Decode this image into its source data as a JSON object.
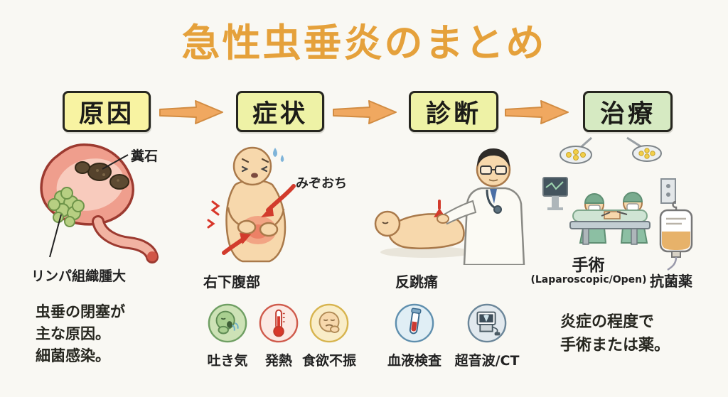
{
  "title": "急性虫垂炎のまとめ",
  "flow": {
    "steps": [
      {
        "id": "cause",
        "label": "原因"
      },
      {
        "id": "symptoms",
        "label": "症状"
      },
      {
        "id": "diagnosis",
        "label": "診断"
      },
      {
        "id": "treatment",
        "label": "治療"
      }
    ]
  },
  "cause": {
    "fecalith_label": "糞石",
    "lymphoid_label": "リンパ組織腫大",
    "note_lines": [
      "虫垂の閉塞が",
      "主な原因。",
      "細菌感染。"
    ]
  },
  "symptoms": {
    "epigastrium_label": "みぞおち",
    "rlq_label": "右下腹部",
    "icons": [
      {
        "id": "nausea",
        "label": "吐き気"
      },
      {
        "id": "fever",
        "label": "発熱"
      },
      {
        "id": "appetite-loss",
        "label": "食欲不振"
      }
    ]
  },
  "diagnosis": {
    "rebound_label": "反跳痛",
    "icons": [
      {
        "id": "blood-test",
        "label": "血液検査"
      },
      {
        "id": "ultrasound-ct",
        "label": "超音波/CT"
      }
    ]
  },
  "treatment": {
    "surgery_label": "手術",
    "surgery_sub_label": "(Laparoscopic/Open)",
    "antibiotics_label": "抗菌薬",
    "note_lines": [
      "炎症の程度で",
      "手術または薬。"
    ]
  },
  "colors": {
    "background": "#f9f8f3",
    "title": "#e5a13b",
    "arrow": "#f0a860",
    "step_cause_bg": "#f8f3a2",
    "step_symptom_bg": "#eef2a6",
    "step_diagnosis_bg": "#eef2a6",
    "step_treatment_bg": "#d6eac2",
    "pain_red": "#d23b2c",
    "skin": "#f7d8ac",
    "scrubs_green": "#8cbfa3"
  }
}
